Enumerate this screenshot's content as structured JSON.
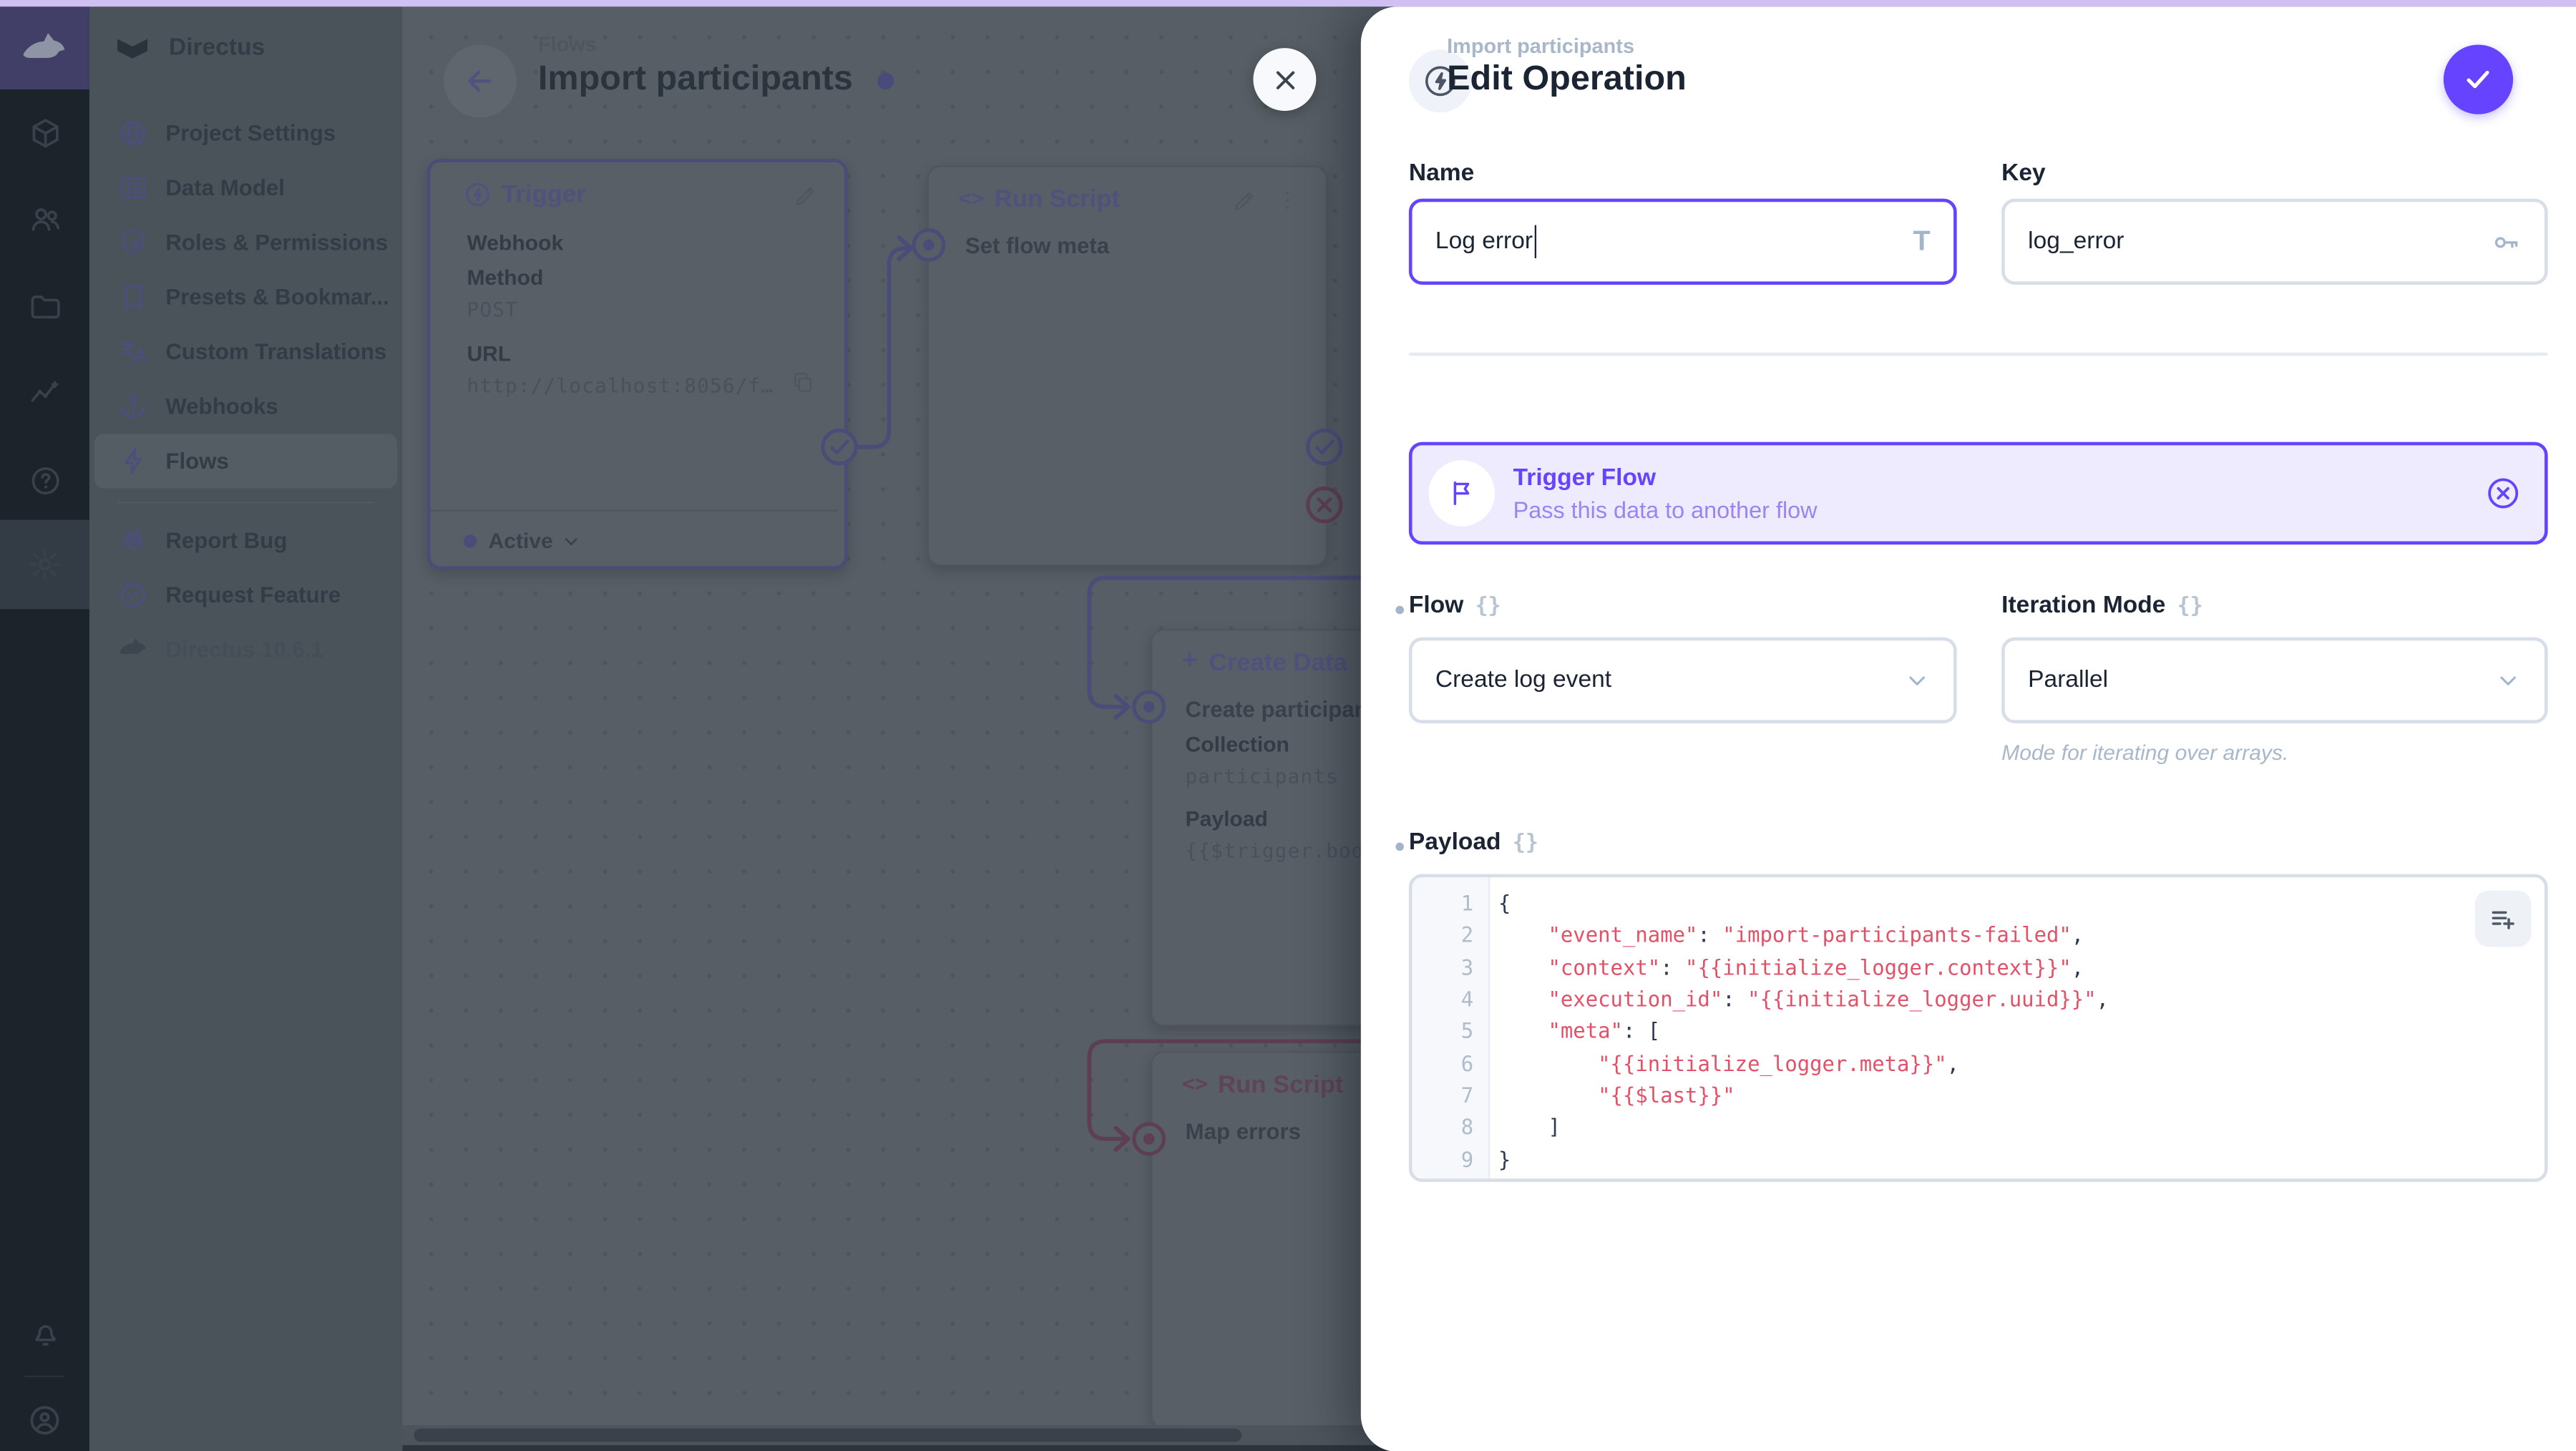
{
  "colors": {
    "accent": "#6644ff",
    "code_string": "#e35169",
    "banner_bg": "#efebff",
    "top_bar": "#cfc0f1",
    "reject": "#5f4357"
  },
  "nav": {
    "project": "Directus",
    "items": [
      "Project Settings",
      "Data Model",
      "Roles & Permissions",
      "Presets & Bookmar...",
      "Custom Translations",
      "Webhooks",
      "Flows"
    ],
    "footer_items": [
      "Report Bug",
      "Request Feature"
    ],
    "version": "Directus 10.6.1"
  },
  "canvas": {
    "breadcrumb": "Flows",
    "title": "Import participants",
    "trigger_card": {
      "title": "Trigger",
      "type": "Webhook",
      "method_label": "Method",
      "method": "POST",
      "url_label": "URL",
      "url": "http://localhost:8056/f…",
      "status": "Active"
    },
    "run_script_card": {
      "glyph": "<>",
      "title": "Run Script",
      "name": "Set flow meta"
    },
    "create_data_card": {
      "glyph": "+",
      "title": "Create Data",
      "name": "Create participant",
      "collection_label": "Collection",
      "collection": "participants",
      "payload_label": "Payload",
      "payload_preview": "{{$trigger.bod"
    },
    "map_errors_card": {
      "glyph": "<>",
      "title": "Run Script",
      "name": "Map errors"
    }
  },
  "drawer": {
    "eyebrow": "Import participants",
    "title": "Edit Operation",
    "name_label": "Name",
    "name_value": "Log error",
    "key_label": "Key",
    "key_value": "log_error",
    "banner": {
      "title": "Trigger Flow",
      "subtitle": "Pass this data to another flow"
    },
    "flow_label": "Flow",
    "flow_value": "Create log event",
    "iteration_label": "Iteration Mode",
    "iteration_value": "Parallel",
    "iteration_hint": "Mode for iterating over arrays.",
    "payload_label": "Payload",
    "braces_glyph": "{}",
    "t_glyph": "T",
    "code": {
      "lines": [
        {
          "n": "1",
          "tokens": [
            {
              "c": "p",
              "t": "{"
            }
          ]
        },
        {
          "n": "2",
          "tokens": [
            {
              "c": "p",
              "t": "    "
            },
            {
              "c": "s",
              "t": "\"event_name\""
            },
            {
              "c": "p",
              "t": ": "
            },
            {
              "c": "s",
              "t": "\"import-participants-failed\""
            },
            {
              "c": "p",
              "t": ","
            }
          ]
        },
        {
          "n": "3",
          "tokens": [
            {
              "c": "p",
              "t": "    "
            },
            {
              "c": "s",
              "t": "\"context\""
            },
            {
              "c": "p",
              "t": ": "
            },
            {
              "c": "s",
              "t": "\"{{initialize_logger.context}}\""
            },
            {
              "c": "p",
              "t": ","
            }
          ]
        },
        {
          "n": "4",
          "tokens": [
            {
              "c": "p",
              "t": "    "
            },
            {
              "c": "s",
              "t": "\"execution_id\""
            },
            {
              "c": "p",
              "t": ": "
            },
            {
              "c": "s",
              "t": "\"{{initialize_logger.uuid}}\""
            },
            {
              "c": "p",
              "t": ","
            }
          ]
        },
        {
          "n": "5",
          "tokens": [
            {
              "c": "p",
              "t": "    "
            },
            {
              "c": "s",
              "t": "\"meta\""
            },
            {
              "c": "p",
              "t": ": ["
            }
          ]
        },
        {
          "n": "6",
          "tokens": [
            {
              "c": "p",
              "t": "        "
            },
            {
              "c": "s",
              "t": "\"{{initialize_logger.meta}}\""
            },
            {
              "c": "p",
              "t": ","
            }
          ]
        },
        {
          "n": "7",
          "tokens": [
            {
              "c": "p",
              "t": "        "
            },
            {
              "c": "s",
              "t": "\"{{$last}}\""
            }
          ]
        },
        {
          "n": "8",
          "tokens": [
            {
              "c": "p",
              "t": "    ]"
            }
          ]
        },
        {
          "n": "9",
          "tokens": [
            {
              "c": "p",
              "t": "}"
            }
          ]
        }
      ]
    }
  }
}
